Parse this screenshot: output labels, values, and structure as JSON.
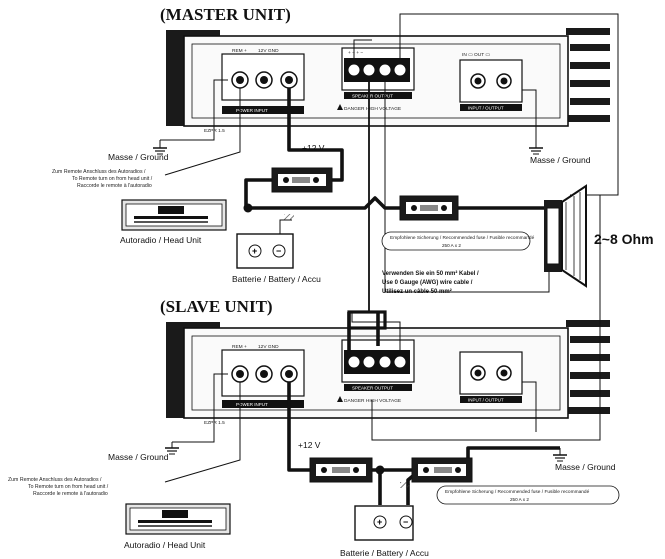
{
  "master": {
    "heading": "(MASTER UNIT)",
    "model": "EZPR 1.5",
    "danger": "DANGER HIGH VOLTAGE",
    "remote_label": "REM",
    "plus_label": "+12V"
  },
  "slave": {
    "heading": "(SLAVE UNIT)",
    "model": "EZPR 1.5",
    "danger": "DANGER HIGH VOLTAGE"
  },
  "labels": {
    "ground": "Masse / Ground",
    "plus12": "+12 V",
    "remote_text": [
      "Zum Remote Anschluss des Autoradios /",
      "To Remote turn on from head unit /",
      "Raccorde le remote à l'autoradio"
    ],
    "head_unit": "Autoradio / Head Unit",
    "battery": "Batterie / Battery / Accu",
    "ohm": "2~8 Ohm",
    "fuse_rating": "250 A x 2",
    "fuse_note": "Empfohlene Sicherung / Recommended fuse / Fusible recommandé",
    "gauge_text": [
      "Verwenden Sie ein 50 mm² Kabel /",
      "Use 0 Gauge (AWG) wire cable /",
      "Utilisez un câble 50 mm²"
    ],
    "battery_plus": "+",
    "battery_minus": "−"
  }
}
